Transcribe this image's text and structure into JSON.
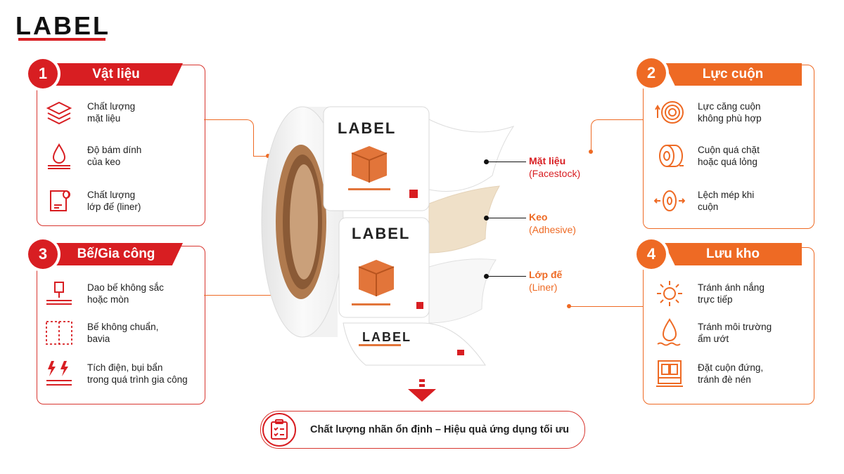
{
  "brand": {
    "logo_text": "LABEL",
    "accent_red": "#d81e22",
    "accent_orange": "#ee6a24"
  },
  "sections": [
    {
      "number": "1",
      "title": "Vật liệu",
      "color": "#d81e22",
      "items": [
        {
          "icon": "layers-icon",
          "line1": "Chất lượng",
          "line2": "mặt liệu"
        },
        {
          "icon": "drop-icon",
          "line1": "Độ bám dính",
          "line2": "của keo"
        },
        {
          "icon": "paper-roll-icon",
          "line1": "Chất lượng",
          "line2": "lớp đế (liner)"
        }
      ]
    },
    {
      "number": "2",
      "title": "Lực cuộn",
      "color": "#ee6a24",
      "items": [
        {
          "icon": "roll-tension-icon",
          "line1": "Lực căng cuộn",
          "line2": "không phù hợp"
        },
        {
          "icon": "loose-roll-icon",
          "line1": "Cuộn quá chặt",
          "line2": "hoặc quá lỏng"
        },
        {
          "icon": "misaligned-roll-icon",
          "line1": "Lệch mép khi",
          "line2": "cuộn"
        }
      ]
    },
    {
      "number": "3",
      "title": "Bế/Gia công",
      "color": "#d81e22",
      "items": [
        {
          "icon": "die-cut-icon",
          "line1": "Dao bế không sắc",
          "line2": "hoặc mòn"
        },
        {
          "icon": "dashed-cut-icon",
          "line1": "Bế không chuẩn,",
          "line2": "bavia"
        },
        {
          "icon": "static-icon",
          "line1": "Tích điện, bụi bẩn",
          "line2": "trong quá trình gia công"
        }
      ]
    },
    {
      "number": "4",
      "title": "Lưu kho",
      "color": "#ee6a24",
      "items": [
        {
          "icon": "sun-icon",
          "line1": "Tránh ánh nắng",
          "line2": "trực tiếp"
        },
        {
          "icon": "humidity-icon",
          "line1": "Tránh môi trường",
          "line2": "ẩm ướt"
        },
        {
          "icon": "shelf-icon",
          "line1": "Đặt cuộn đứng,",
          "line2": "tránh đè nén"
        }
      ]
    }
  ],
  "layers": [
    {
      "name": "Mặt liệu",
      "sub": "(Facestock)",
      "color": "#d81e22"
    },
    {
      "name": "Keo",
      "sub": "(Adhesive)",
      "color": "#ee6a24"
    },
    {
      "name": "Lớp đế",
      "sub": "(Liner)",
      "color": "#ee6a24"
    }
  ],
  "roll_label_text": "LABEL",
  "bottom": {
    "text": "Chất lượng nhãn ổn định – Hiệu quả ứng dụng tối ưu",
    "icon": "clipboard-check-icon"
  }
}
